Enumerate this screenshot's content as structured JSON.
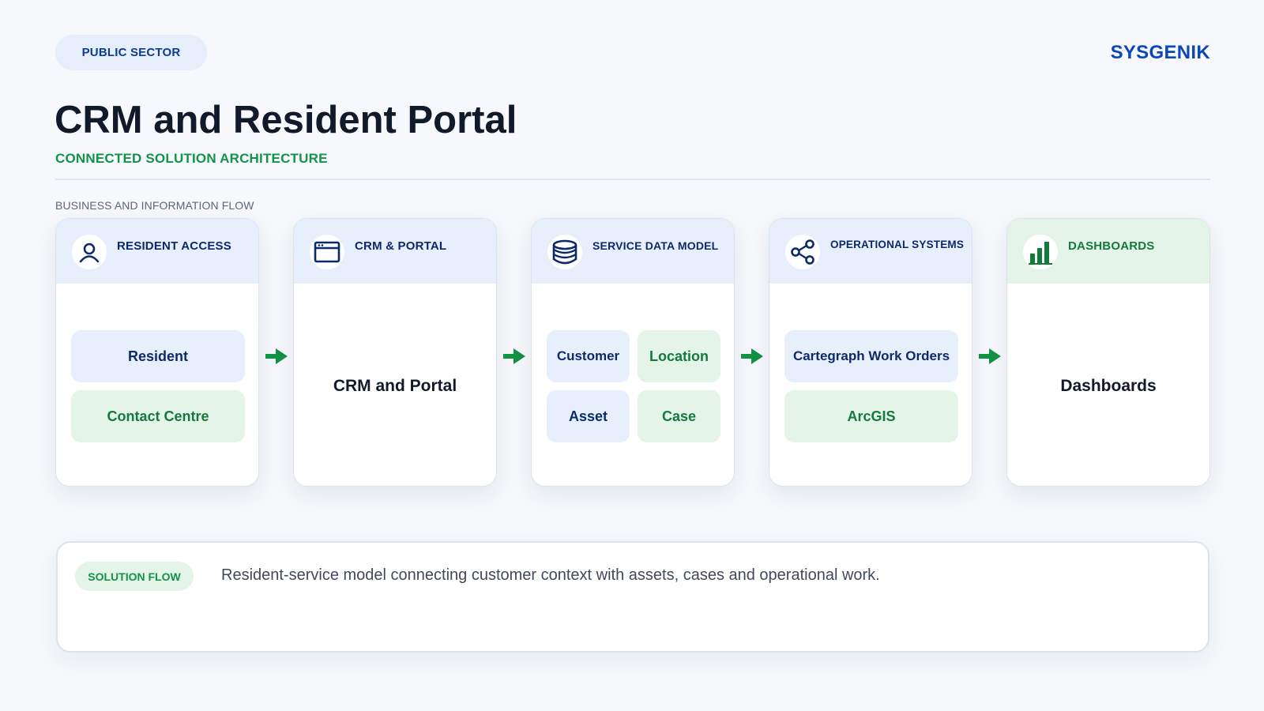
{
  "header": {
    "tag": "PUBLIC SECTOR",
    "brand": "SYSGENIK",
    "title": "CRM and Resident Portal",
    "subtitle": "CONNECTED SOLUTION ARCHITECTURE",
    "section_label": "BUSINESS AND INFORMATION FLOW"
  },
  "stages": [
    {
      "title": "RESIDENT ACCESS",
      "icon": "user-icon",
      "items": [
        "Resident",
        "Contact Centre"
      ]
    },
    {
      "title": "CRM & PORTAL",
      "icon": "browser-window-icon",
      "body": "CRM and Portal"
    },
    {
      "title": "SERVICE DATA MODEL",
      "icon": "database-icon",
      "items": [
        "Customer",
        "Location",
        "Asset",
        "Case"
      ]
    },
    {
      "title": "OPERATIONAL SYSTEMS",
      "icon": "share-nodes-icon",
      "items": [
        "Cartegraph Work Orders",
        "ArcGIS"
      ]
    },
    {
      "title": "DASHBOARDS",
      "icon": "bar-chart-icon",
      "body": "Dashboards"
    }
  ],
  "flow": {
    "label": "SOLUTION FLOW",
    "text": "Resident-service model connecting customer context with assets, cases and operational work."
  },
  "colors": {
    "navy": "#0c2a6b",
    "green": "#12924a",
    "brand_blue": "#0a48b8",
    "blue_tint": "#e8effc",
    "green_tint": "#e4f4e9"
  }
}
